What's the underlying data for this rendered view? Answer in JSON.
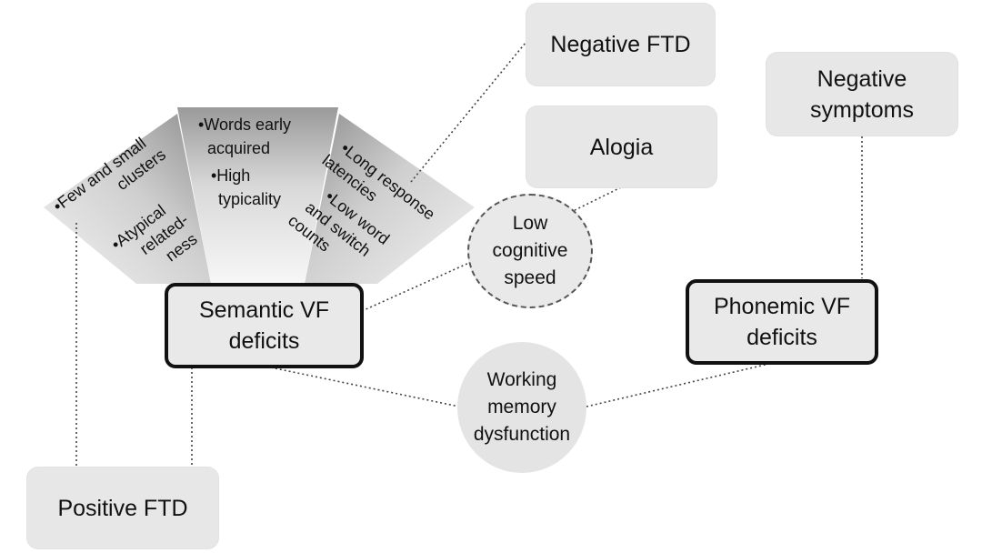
{
  "nodes": {
    "negative_ftd": "Negative FTD",
    "alogia": "Alogia",
    "negative_symptoms": "Negative\nsymptoms",
    "semantic_vf": "Semantic VF\ndeficits",
    "phonemic_vf": "Phonemic VF\ndeficits",
    "low_cognitive_speed": "Low\ncognitive\nspeed",
    "working_memory": "Working\nmemory\ndysfunction",
    "positive_ftd": "Positive FTD"
  },
  "fan": {
    "left": {
      "line1": "•Few and small",
      "line2": "clusters",
      "line3": "•Atypical",
      "line4": "related-",
      "line5": "ness"
    },
    "middle": {
      "line1": "•Words early",
      "line2": "acquired",
      "line3": "•High",
      "line4": "typicality"
    },
    "right": {
      "line1": "•Long response",
      "line2": "latencies",
      "line3": "•Low word",
      "line4": "and switch",
      "line5": "counts"
    }
  },
  "colors": {
    "box_fill": "#e7e7e7",
    "border_strong": "#111111",
    "connector": "#444444"
  }
}
